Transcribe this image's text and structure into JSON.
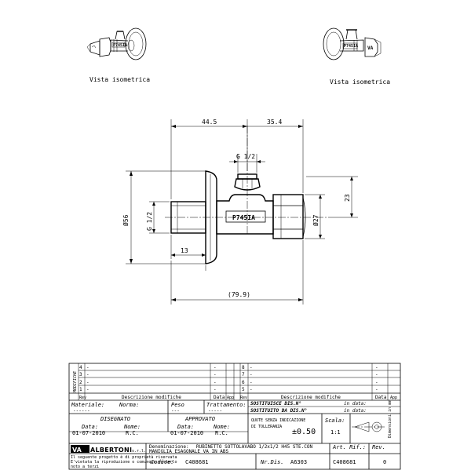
{
  "views": {
    "left_caption": "Vista isometrica",
    "right_caption": "Vista isometrica",
    "body_marking": "P745IA"
  },
  "dimensions": {
    "top_left": "44.5",
    "top_right": "35.4",
    "thread_top": "G 1/2",
    "thread_side": "G 1/2",
    "diameter_large": "Ø56",
    "diameter_small": "Ø27",
    "height_right": "23",
    "length_small": "13",
    "overall": "(79.9)"
  },
  "modifications": {
    "section_label": "MODIFICHE",
    "rows_left": [
      "4",
      "3",
      "2",
      "1"
    ],
    "rows_right": [
      "8",
      "7",
      "6",
      "5"
    ],
    "row_placeholder": "-",
    "col_rev": "Rev",
    "col_desc": "Descrizione modifiche",
    "col_data": "Data",
    "col_app": "App"
  },
  "title_block": {
    "materiale_label": "Materiale:",
    "norma_label": "Norma:",
    "peso_label": "Peso",
    "trattamento_label": "Trattamento:",
    "materiale_value": "------",
    "peso_value": "---",
    "trattamento_value": "-----",
    "sostituisce_label": "SOSTITUISCE DIS.N°",
    "sostituito_label": "SOSTITUITO DA DIS.N°",
    "in_data_label": "in data:",
    "disegnato_label": "DISEGNATO",
    "approvato_label": "APPROVATO",
    "data_label": "Data:",
    "nome_label": "Nome:",
    "disegnato_data": "01-07-2010",
    "disegnato_nome": "R.C.",
    "approvato_data": "01-07-2010",
    "approvato_nome": "R.C.",
    "tolleranza_line1": "QUOTE SENZA INDICAZIONE",
    "tolleranza_line2": "DI TOLLERANZA",
    "tolleranza_value": "±0.50",
    "scala_label": "Scala:",
    "scala_value": "1:1",
    "dimensioni_label": "Dimensioni in mm",
    "logo_va": "VA",
    "logo_name": "ALBERTONI",
    "logo_suffix": "s.r.l.",
    "denominazione_label": "Denominazione:",
    "denominazione_line1": "RUBINETTO SOTTOLAVABO 1/2x1/2 H45 STE.CON",
    "denominazione_line2": "MANIGLIA ESAGONALE VA IN ABS",
    "art_rif_label": "Art. Rif.:",
    "art_rif_value": "C408681",
    "rev_label": "Rev.",
    "rev_value": "0",
    "property_line1": "Il seguente progetto è di proprietà riservata",
    "property_line2": "E'vietata la riproduzione o comunque renderlo",
    "property_line3": "noto a terzi",
    "codice_label": "Codice:",
    "codice_value": "C408681",
    "nr_dis_label": "Nr.Dis.",
    "nr_dis_value": "A6303",
    "ref_value": "C408681"
  }
}
